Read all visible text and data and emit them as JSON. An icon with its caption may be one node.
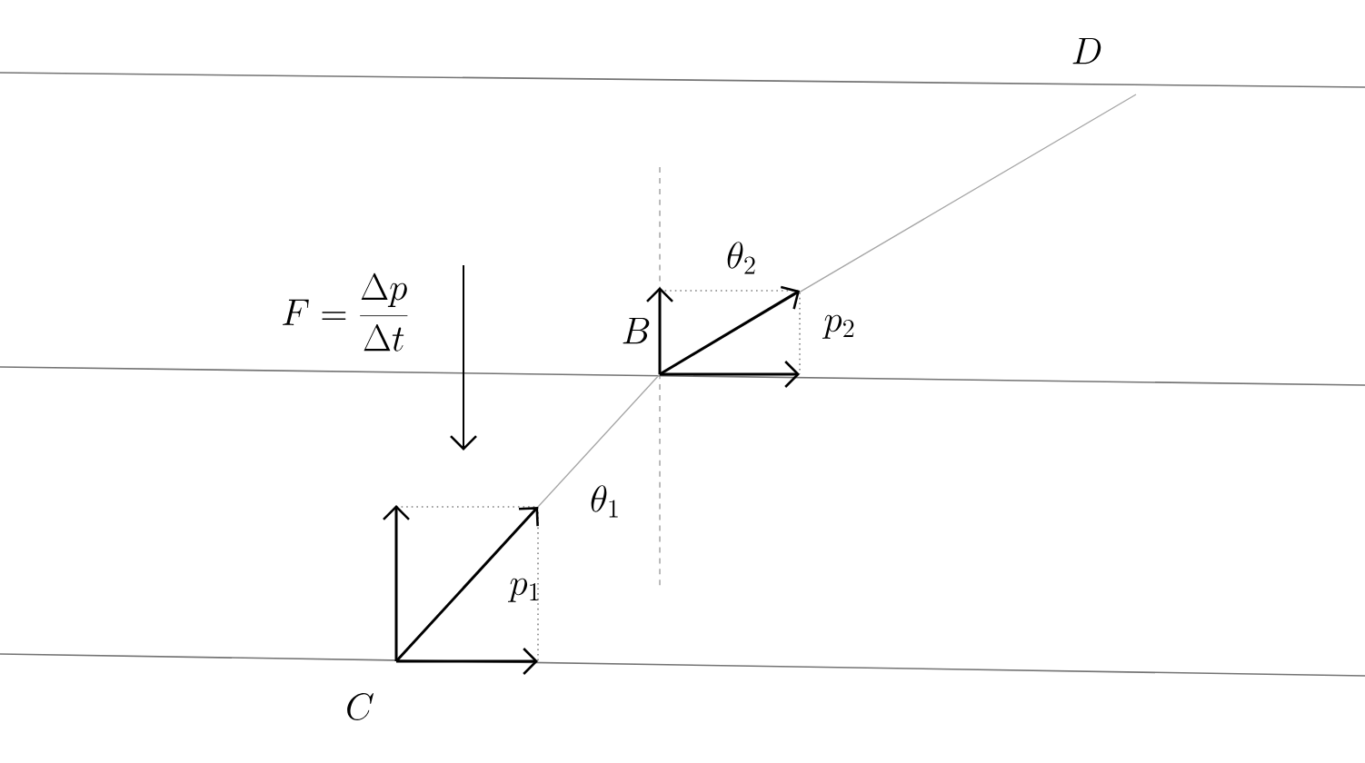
{
  "diagram": {
    "labels": [
      "D",
      "F = \\frac{\\Delta p}{\\Delta t}",
      "\\theta_2",
      "B",
      "p_2",
      "\\theta_1",
      "p_1",
      "C"
    ]
  }
}
